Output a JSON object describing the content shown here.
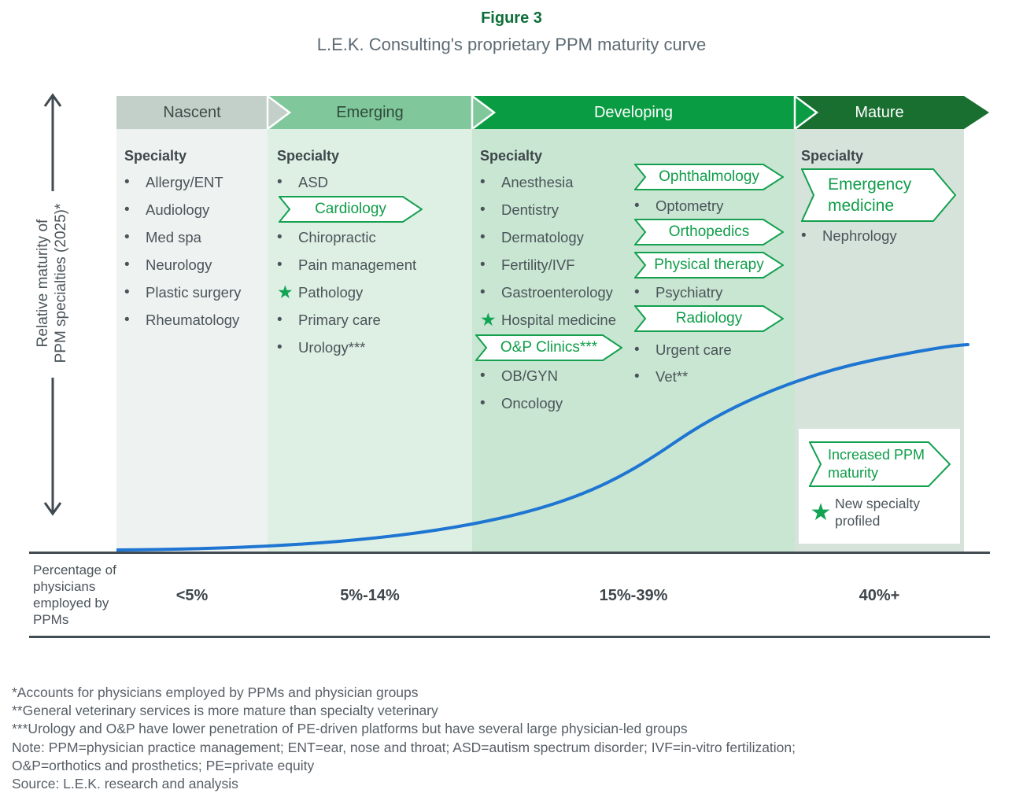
{
  "figure": {
    "label": "Figure 3",
    "title": "L.E.K. Consulting's proprietary PPM maturity curve"
  },
  "y_axis": {
    "label_line1": "Relative maturity of",
    "label_line2": "PPM specialties (2025)*"
  },
  "x_axis": {
    "label": "Percentage of physicians employed by PPMs",
    "ticks": [
      "<5%",
      "5%-14%",
      "15%-39%",
      "40%+"
    ]
  },
  "stages": [
    {
      "label": "Nascent",
      "color": "#c3cfc9"
    },
    {
      "label": "Emerging",
      "color": "#80c89c"
    },
    {
      "label": "Developing",
      "color": "#0a9c42"
    },
    {
      "label": "Mature",
      "color": "#186f30"
    }
  ],
  "columns": [
    {
      "header": "Specialty",
      "items": [
        {
          "type": "bullet",
          "label": "Allergy/ENT"
        },
        {
          "type": "bullet",
          "label": "Audiology"
        },
        {
          "type": "bullet",
          "label": "Med spa"
        },
        {
          "type": "bullet",
          "label": "Neurology"
        },
        {
          "type": "bullet",
          "label": "Plastic surgery"
        },
        {
          "type": "bullet",
          "label": "Rheumatology"
        }
      ]
    },
    {
      "header": "Specialty",
      "items": [
        {
          "type": "bullet",
          "label": "ASD"
        },
        {
          "type": "arrow",
          "label": "Cardiology"
        },
        {
          "type": "bullet",
          "label": "Chiropractic"
        },
        {
          "type": "bullet",
          "label": "Pain management"
        },
        {
          "type": "star",
          "label": "Pathology"
        },
        {
          "type": "bullet",
          "label": "Primary care"
        },
        {
          "type": "bullet",
          "label": "Urology***"
        }
      ]
    },
    {
      "header": "Specialty",
      "items_left": [
        {
          "type": "bullet",
          "label": "Anesthesia"
        },
        {
          "type": "bullet",
          "label": "Dentistry"
        },
        {
          "type": "bullet",
          "label": "Dermatology"
        },
        {
          "type": "bullet",
          "label": "Fertility/IVF"
        },
        {
          "type": "bullet",
          "label": "Gastroenterology"
        },
        {
          "type": "star",
          "label": "Hospital medicine"
        },
        {
          "type": "arrow",
          "label": "O&P Clinics***"
        },
        {
          "type": "bullet",
          "label": "OB/GYN"
        },
        {
          "type": "bullet",
          "label": "Oncology"
        }
      ],
      "items_right": [
        {
          "type": "arrow",
          "label": "Ophthalmology"
        },
        {
          "type": "bullet",
          "label": "Optometry"
        },
        {
          "type": "arrow",
          "label": "Orthopedics"
        },
        {
          "type": "arrow",
          "label": "Physical therapy"
        },
        {
          "type": "bullet",
          "label": "Psychiatry"
        },
        {
          "type": "arrow",
          "label": "Radiology"
        },
        {
          "type": "bullet",
          "label": "Urgent care"
        },
        {
          "type": "bullet",
          "label": "Vet**"
        }
      ]
    },
    {
      "header": "Specialty",
      "items": [
        {
          "type": "arrow",
          "label_line1": "Emergency",
          "label_line2": "medicine"
        },
        {
          "type": "bullet",
          "label": "Nephrology"
        }
      ]
    }
  ],
  "legend": {
    "arrow_label_line1": "Increased PPM",
    "arrow_label_line2": "maturity",
    "star_label_line1": "New specialty",
    "star_label_line2": "profiled"
  },
  "curve": {
    "type": "line",
    "shape": "sigmoid maturity curve rising left-to-right",
    "color": "#1e75d2"
  },
  "footnotes": [
    "*Accounts for physicians employed by PPMs and physician groups",
    "**General veterinary services is more mature than specialty veterinary",
    "***Urology and O&P have lower penetration of PE-driven platforms but have several large physician-led groups",
    "Note: PPM=physician practice management; ENT=ear, nose and throat; ASD=autism spectrum disorder; IVF=in-vitro fertilization;",
    "O&P=orthotics and prosthetics; PE=private equity",
    "Source: L.E.K. research and analysis"
  ]
}
